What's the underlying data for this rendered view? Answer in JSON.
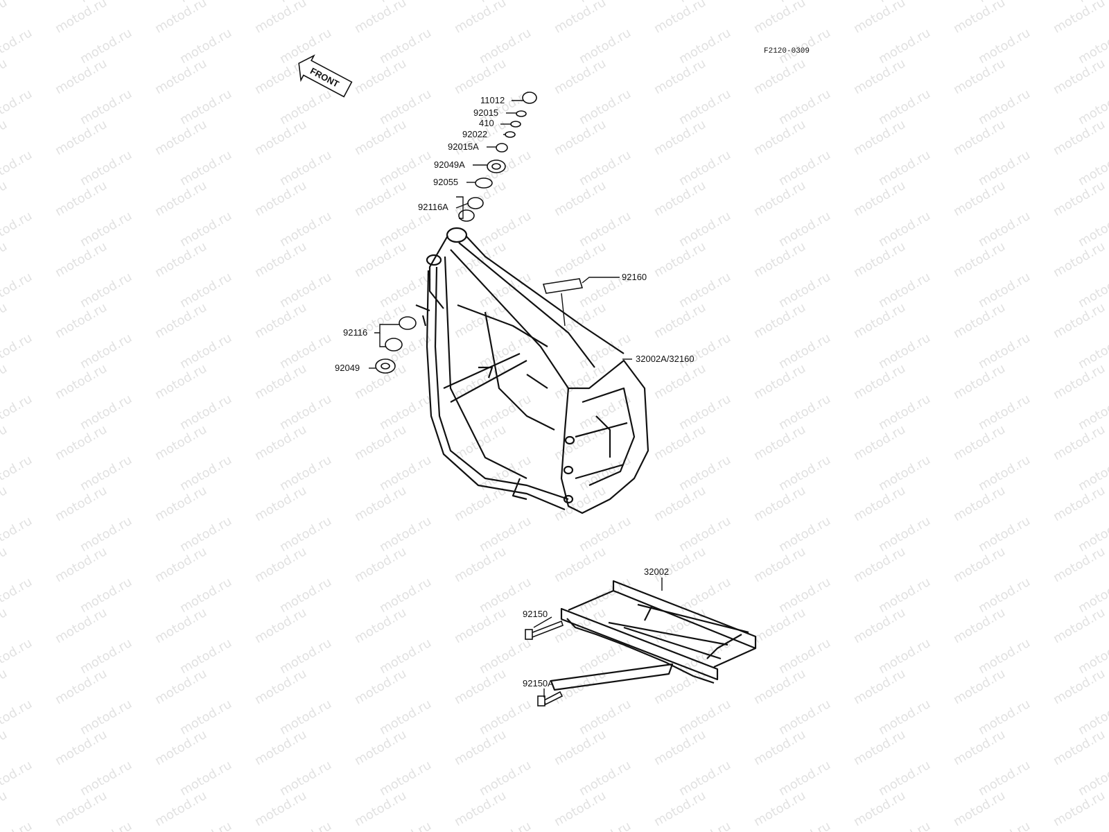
{
  "diagram_code": "F2120-0309",
  "front_arrow_label": "FRONT",
  "watermark": "motod.ru",
  "parts": {
    "p11012": "11012",
    "p92015": "92015",
    "p410": "410",
    "p92022": "92022",
    "p92015A": "92015A",
    "p92049A": "92049A",
    "p92055": "92055",
    "p92116A": "92116A",
    "p92160": "92160",
    "p92116": "92116",
    "p92049": "92049",
    "p32002A": "32002A/32160",
    "p32002": "32002",
    "p92150": "92150",
    "p92150A": "92150A"
  }
}
